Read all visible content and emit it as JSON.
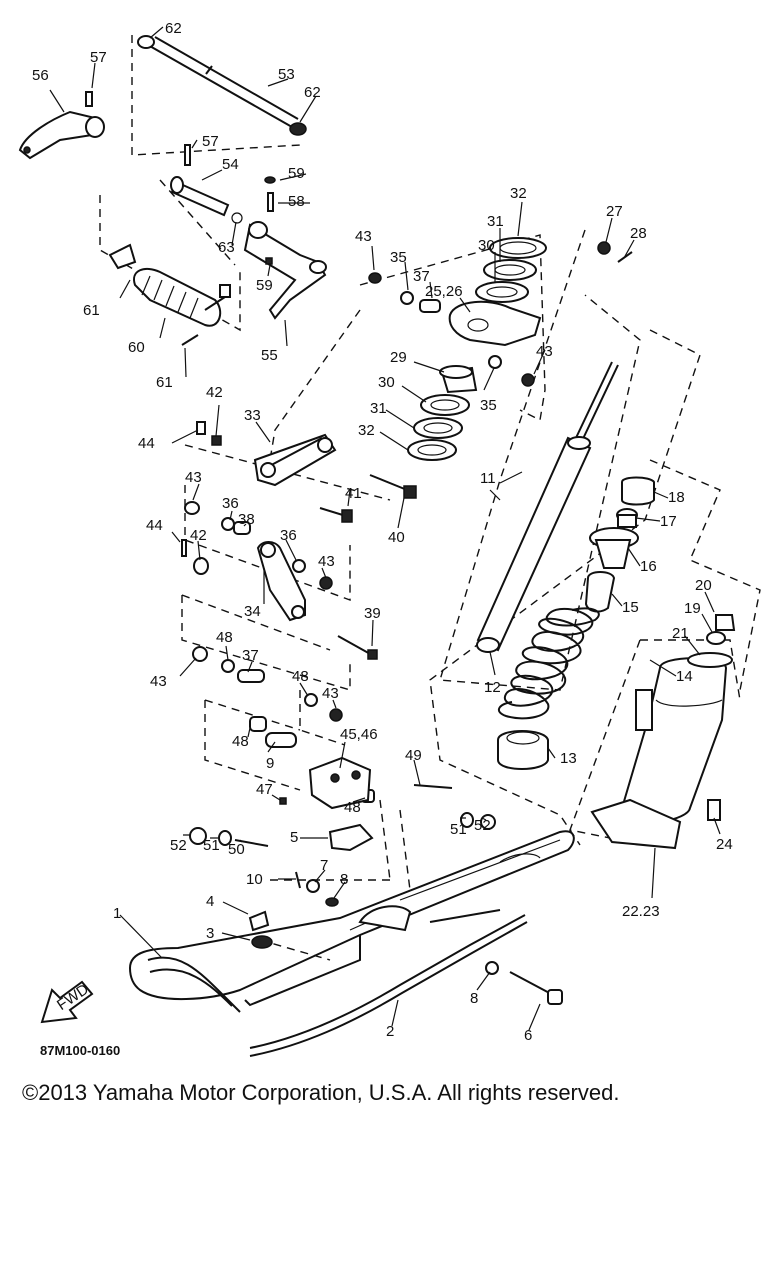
{
  "callouts": [
    "62",
    "57",
    "53",
    "56",
    "62",
    "57",
    "54",
    "59",
    "58",
    "63",
    "61",
    "59",
    "60",
    "55",
    "61",
    "43",
    "35",
    "37",
    "25,26",
    "32",
    "31",
    "30",
    "27",
    "28",
    "43",
    "29",
    "30",
    "31",
    "32",
    "35",
    "42",
    "44",
    "33",
    "11",
    "41",
    "40",
    "43",
    "36",
    "38",
    "44",
    "42",
    "36",
    "43",
    "34",
    "39",
    "43",
    "48",
    "37",
    "48",
    "43",
    "48",
    "9",
    "45,46",
    "49",
    "47",
    "48",
    "52",
    "51",
    "50",
    "5",
    "51",
    "52",
    "7",
    "10",
    "8",
    "4",
    "3",
    "1",
    "8",
    "6",
    "2",
    "18",
    "17",
    "16",
    "15",
    "14",
    "13",
    "12",
    "20",
    "19",
    "21",
    "24",
    "22.23"
  ],
  "drawing_code": "87M100-0160",
  "copyright": "©2013 Yamaha Motor Corporation, U.S.A. All rights reserved.",
  "icons": {
    "front_arrow": "fwd-arrow-icon",
    "front_arrow_text": "FWD"
  }
}
